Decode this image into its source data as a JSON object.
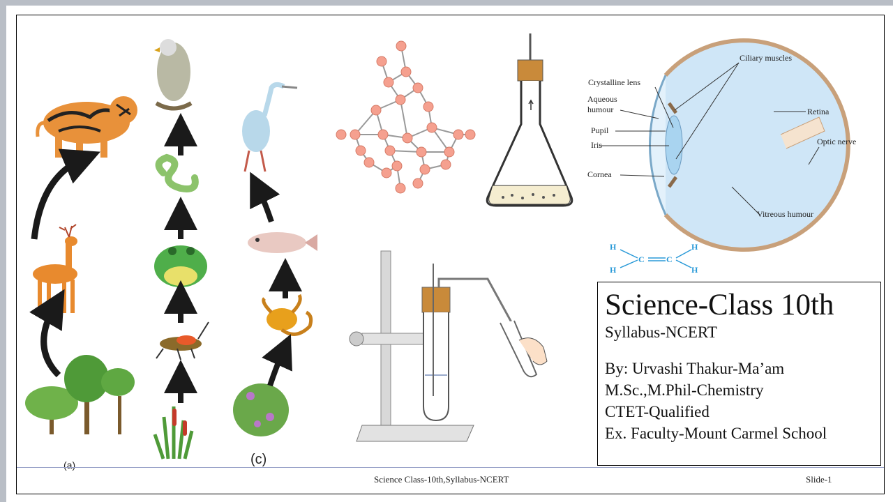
{
  "slide": {
    "info": {
      "title": "Science-Class 10th",
      "subtitle": "Syllabus-NCERT",
      "lines": [
        "By: Urvashi Thakur-Ma’am",
        "M.Sc.,M.Phil-Chemistry",
        "CTET-Qualified",
        "Ex. Faculty-Mount Carmel School"
      ]
    },
    "footer": {
      "title": "Science Class-10th,Syllabus-NCERT",
      "slide_number": "Slide-1"
    },
    "food_chain": {
      "caption_c": "(c)",
      "caption_a": "(a)"
    },
    "eye_diagram": {
      "labels": {
        "ciliary_muscles": "Ciliary muscles",
        "crystalline_lens": "Crystalline lens",
        "aqueous_humour_1": "Aqueous",
        "aqueous_humour_2": "humour",
        "pupil": "Pupil",
        "iris": "Iris",
        "cornea": "Cornea",
        "retina": "Retina",
        "optic_nerve": "Optic nerve",
        "vitreous_humour": "Vitreous humour"
      }
    },
    "ethene": {
      "atoms": {
        "h": "H",
        "c": "C"
      }
    },
    "colors": {
      "background": "#b9bec6",
      "atom": "#f5a08f",
      "cork": "#c98a3a",
      "eye_fill": "#cfe6f7",
      "arrow": "#1a1a1a"
    }
  }
}
